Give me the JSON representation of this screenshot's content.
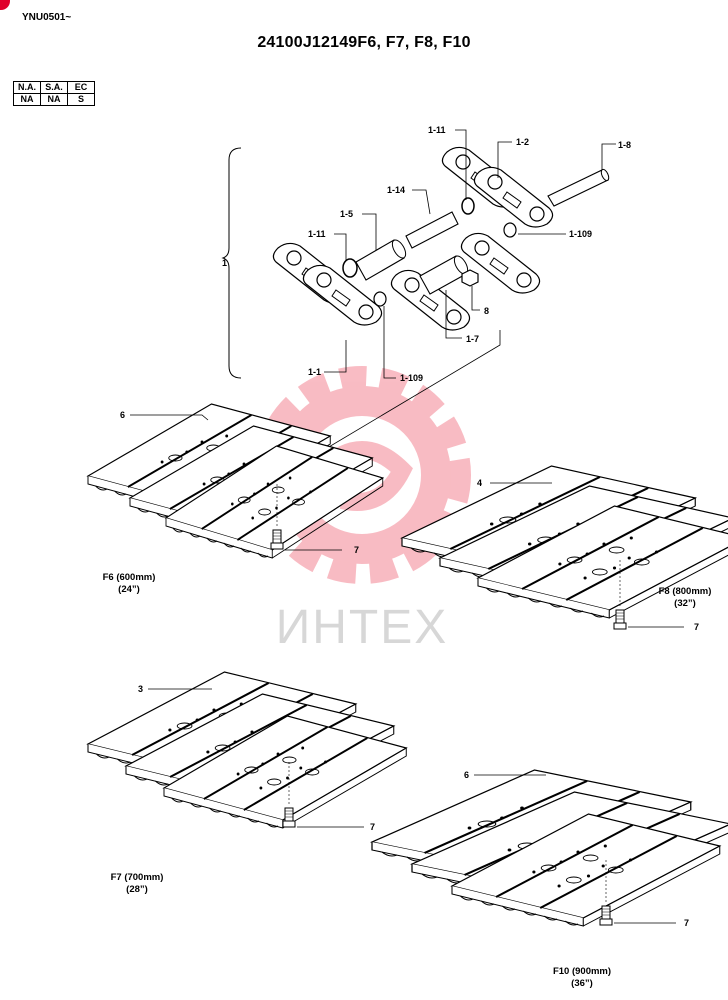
{
  "header": {
    "doc_code": "YNU0501~",
    "title": "24100J12149F6, F7, F8, F10"
  },
  "applicability": {
    "headers": [
      "N.A.",
      "S.A.",
      "EC"
    ],
    "values": [
      "NA",
      "NA",
      "S"
    ]
  },
  "callouts": {
    "c_1_11_top": "1-11",
    "c_1_2": "1-2",
    "c_1_8": "1-8",
    "c_1_14": "1-14",
    "c_1_5": "1-5",
    "c_1_11_left": "1-11",
    "c_1_109_right": "1-109",
    "c_1": "1",
    "c_8": "8",
    "c_1_7": "1-7",
    "c_1_1": "1-1",
    "c_1_109_bottom": "1-109",
    "c_6_top": "6",
    "c_4": "4",
    "c_7_f6": "7",
    "c_7_f8": "7",
    "c_3": "3",
    "c_7_f7": "7",
    "c_6_bottom": "6",
    "c_7_f10": "7"
  },
  "captions": {
    "f6_size": "F6 (600mm)",
    "f6_inch": "(24”)",
    "f8_size": "F8 (800mm)",
    "f8_inch": "(32”)",
    "f7_size": "F7  (700mm)",
    "f7_inch": "(28”)",
    "f10_size": "F10  (900mm)",
    "f10_inch": "(36”)"
  },
  "watermark": {
    "text": "ИНТЕХ",
    "color": "#e8102a"
  }
}
